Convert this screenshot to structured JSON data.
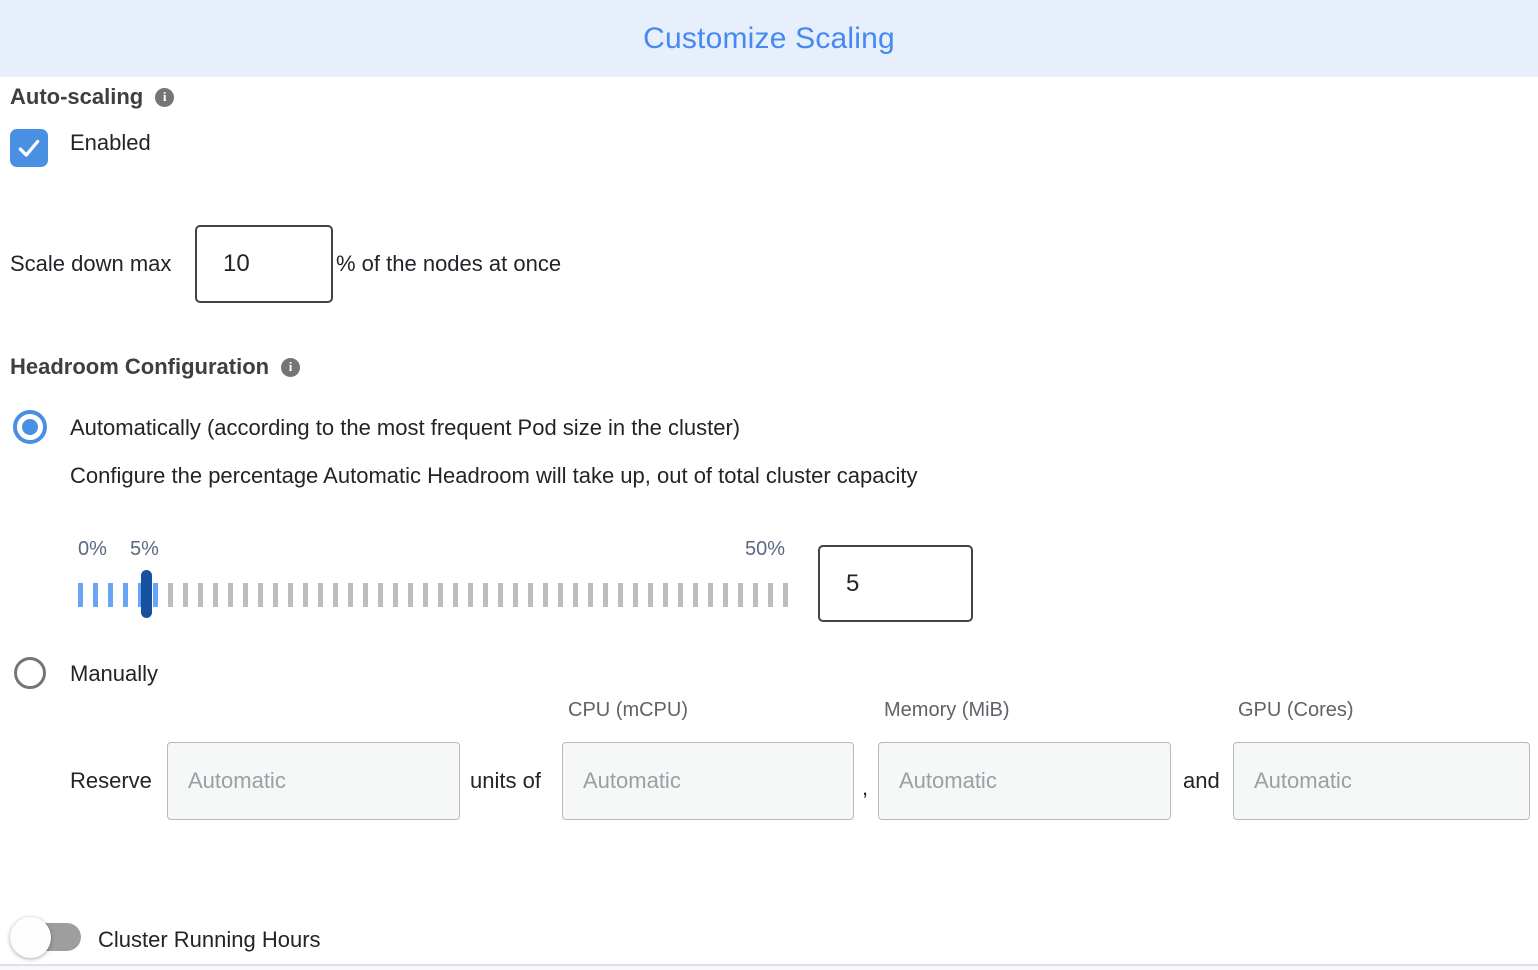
{
  "header": {
    "title": "Customize Scaling"
  },
  "icons": {
    "info_glyph": "i"
  },
  "auto_scaling": {
    "label": "Auto-scaling",
    "checkbox_label": "Enabled",
    "checked": true
  },
  "scale_down": {
    "prefix": "Scale down max",
    "value": "10",
    "suffix": "% of the nodes at once"
  },
  "headroom": {
    "label": "Headroom Configuration",
    "auto_option_label": "Automatically (according to the most frequent Pod size in the cluster)",
    "auto_option_selected": true,
    "auto_description": "Configure the percentage Automatic Headroom will take up, out of total cluster capacity",
    "slider": {
      "min_label": "0%",
      "handle_label": "5%",
      "max_label": "50%",
      "value": "5",
      "tick_count": 48,
      "blue_tick_count": 6
    },
    "manual_option_label": "Manually",
    "manual_option_selected": false
  },
  "reserve": {
    "label": "Reserve",
    "units_of": "units of",
    "comma": ",",
    "and": "and",
    "column_headers": [
      "CPU (mCPU)",
      "Memory (MiB)",
      "GPU (Cores)"
    ],
    "placeholders": {
      "units": "Automatic",
      "cpu": "Automatic",
      "memory": "Automatic",
      "gpu": "Automatic"
    }
  },
  "cluster_running_hours": {
    "label": "Cluster Running Hours",
    "enabled": false
  },
  "colors": {
    "title_blue": "#4589f2",
    "header_bg": "#e7eefc",
    "control_blue": "#4a90e2",
    "slider_tick_blue": "#6aa5f5",
    "slider_tick_gray": "#bdbdbd",
    "slider_handle_navy": "#17509e",
    "toggle_track_gray": "#9e9e9e"
  }
}
